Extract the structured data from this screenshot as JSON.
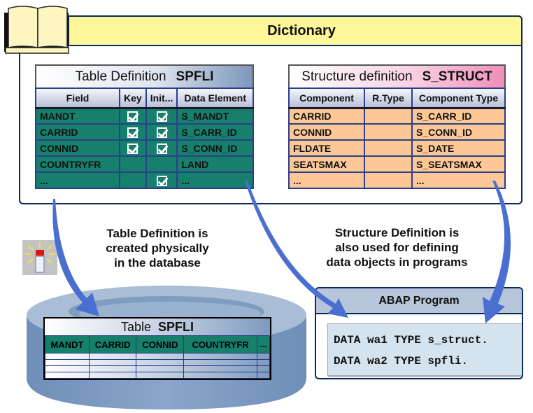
{
  "dictionary": {
    "title": "Dictionary",
    "icon": "book-icon"
  },
  "table_definition": {
    "title_prefix": "Table Definition",
    "title_name": "SPFLI",
    "columns": [
      "Field",
      "Key",
      "Init...",
      "Data Element"
    ],
    "rows": [
      {
        "field": "MANDT",
        "key": true,
        "init": true,
        "data_element": "S_MANDT"
      },
      {
        "field": "CARRID",
        "key": true,
        "init": true,
        "data_element": "S_CARR_ID"
      },
      {
        "field": "CONNID",
        "key": true,
        "init": true,
        "data_element": "S_CONN_ID"
      },
      {
        "field": "COUNTRYFR",
        "key": false,
        "init": false,
        "data_element": "LAND"
      },
      {
        "field": "...",
        "key": false,
        "init": true,
        "data_element": "..."
      }
    ]
  },
  "structure_definition": {
    "title_prefix": "Structure definition",
    "title_name": "S_STRUCT",
    "columns": [
      "Component",
      "R.Type",
      "Component Type"
    ],
    "rows": [
      {
        "component": "CARRID",
        "rtype": "",
        "component_type": "S_CARR_ID"
      },
      {
        "component": "CONNID",
        "rtype": "",
        "component_type": "S_CONN_ID"
      },
      {
        "component": "FLDATE",
        "rtype": "",
        "component_type": "S_DATE"
      },
      {
        "component": "SEATSMAX",
        "rtype": "",
        "component_type": "S_SEATSMAX"
      },
      {
        "component": "...",
        "rtype": "",
        "component_type": "..."
      }
    ]
  },
  "captions": {
    "left": [
      "Table Definition is",
      "created physically",
      "in the database"
    ],
    "right": [
      "Structure Definition is",
      "also used for defining",
      "data objects in programs"
    ]
  },
  "database_table": {
    "title_prefix": "Table",
    "title_name": "SPFLI",
    "columns": [
      "MANDT",
      "CARRID",
      "CONNID",
      "COUNTRYFR",
      "..."
    ],
    "empty_rows": 4
  },
  "abap_program": {
    "title": "ABAP Program",
    "code_lines": [
      "DATA wa1 TYPE s_struct.",
      "DATA wa2 TYPE spfli."
    ]
  },
  "icons": {
    "activation": "activate-lamp-icon",
    "database": "database-cylinder-icon"
  },
  "colors": {
    "table_green": "#16806d",
    "structure_orange": "#fdc896",
    "banner_yellow": "#fdf79a",
    "arrow_blue": "#4a6fd1",
    "frame_navy": "#0b2a5c"
  }
}
